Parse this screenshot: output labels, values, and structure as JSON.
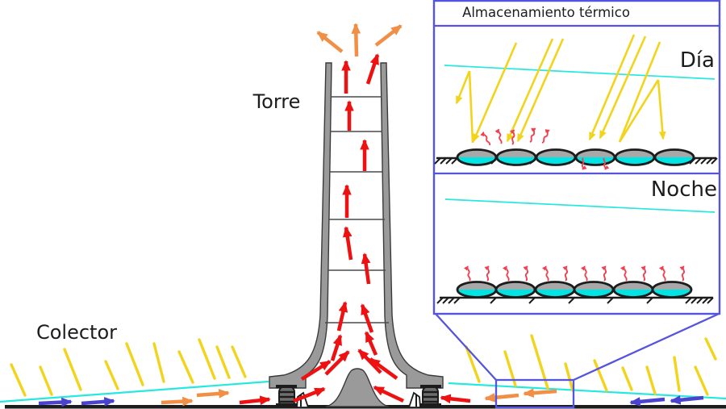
{
  "labels": {
    "tower": "Torre",
    "collector": "Colector"
  },
  "inset": {
    "title": "Almacenamiento térmico",
    "panels": [
      {
        "label": "Día"
      },
      {
        "label": "Noche"
      }
    ]
  },
  "icons": {
    "sun_rays": "sun-ray-icon",
    "hot_air": "updraft-arrow-icon",
    "warm_air": "warm-flow-arrow-icon",
    "cool_air": "cool-flow-arrow-icon",
    "heat_radiation": "heat-squiggle-icon"
  },
  "colors": {
    "border_blue": "#5454e0",
    "arrow_red": "#ee1111",
    "arrow_orange": "#f08f45",
    "arrow_blue": "#4943cf",
    "sun_yellow": "#f2d41c",
    "roof_cyan": "#27e8df",
    "heat_red": "#ef4150",
    "structure_gray": "#9a9a9a",
    "water_cyan": "#00e4e4",
    "bag_top_gray": "#a8a8a8",
    "ink": "#1c1c1c",
    "background": "#ffffff"
  }
}
